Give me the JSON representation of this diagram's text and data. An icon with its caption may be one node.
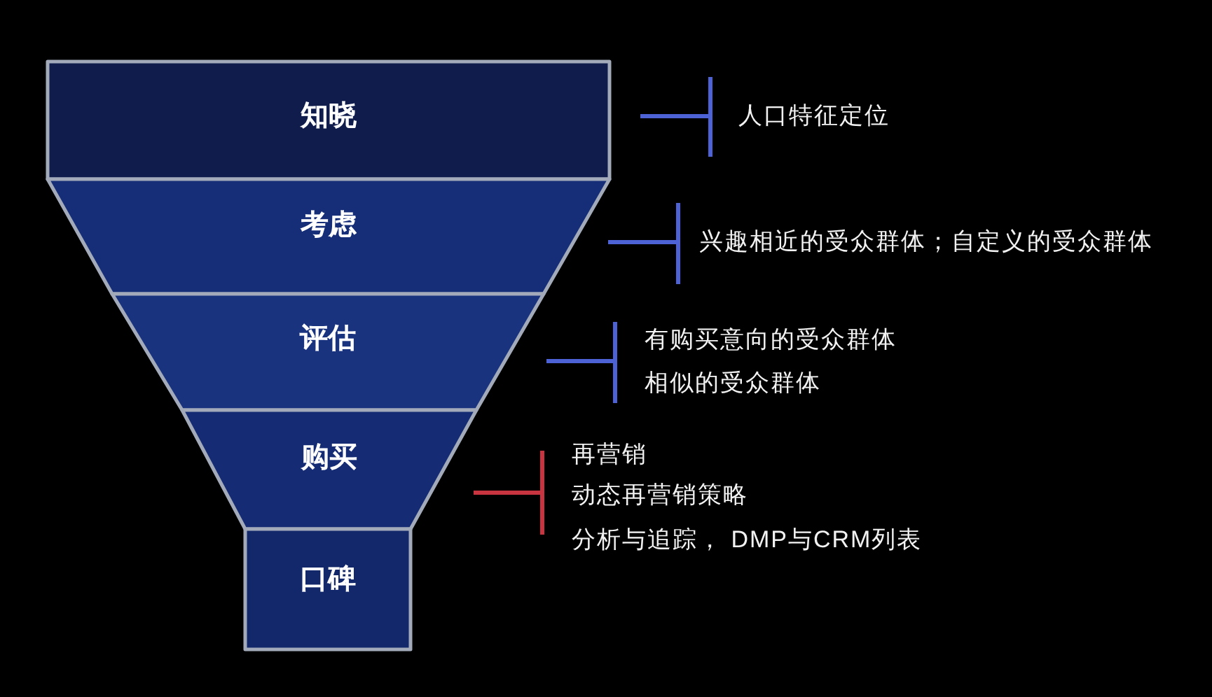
{
  "diagram": {
    "nodes": [
      {
        "text": [
          "知晓"
        ]
      },
      {
        "text": [
          "考虑"
        ]
      },
      {
        "text": [
          "评估"
        ]
      },
      {
        "text": [
          "购买"
        ]
      },
      {
        "text": [
          "口碑"
        ]
      }
    ],
    "labels": [
      "人口特征定位",
      "兴趣相近的受众群体；自定义的受众群体",
      "有购买意向的受众群体",
      "相似的受众群体",
      "再营销",
      "动态再营销策略",
      "分析与追踪， DMP与CRM列表"
    ]
  }
}
